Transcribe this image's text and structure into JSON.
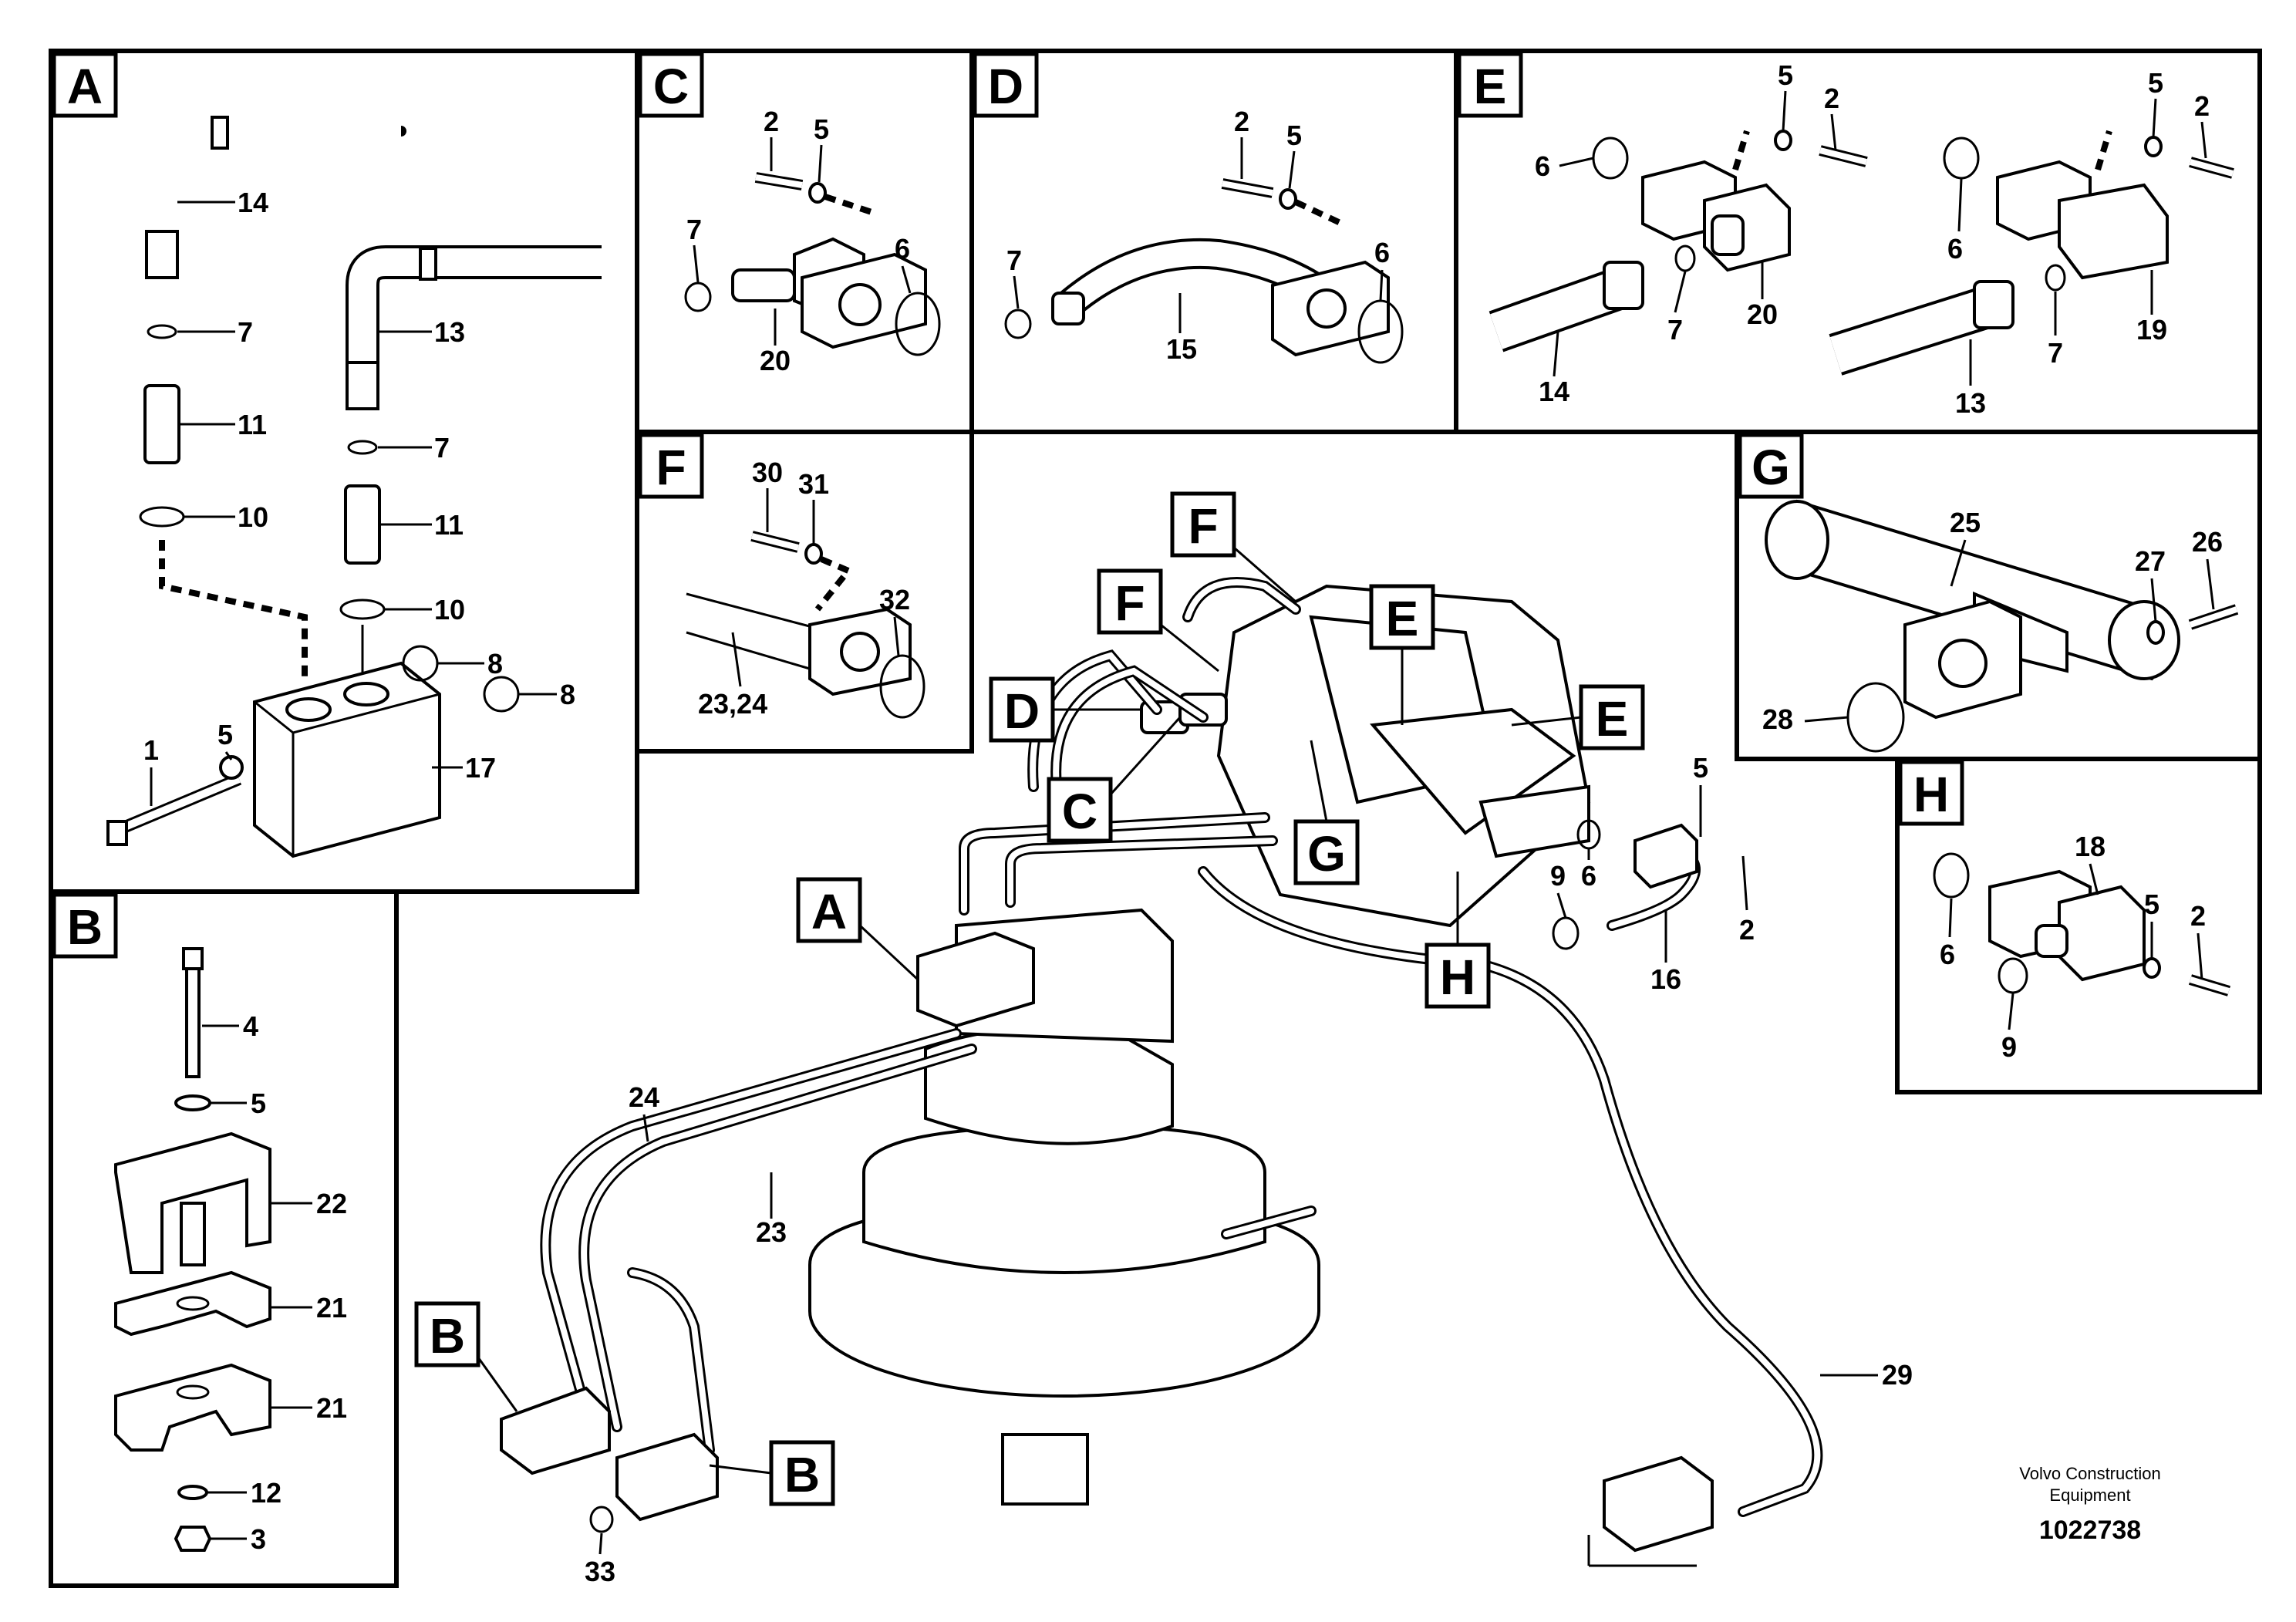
{
  "panels": [
    {
      "id": "A",
      "letter": "A"
    },
    {
      "id": "B",
      "letter": "B"
    },
    {
      "id": "C",
      "letter": "C"
    },
    {
      "id": "D",
      "letter": "D"
    },
    {
      "id": "E",
      "letter": "E"
    },
    {
      "id": "F",
      "letter": "F"
    },
    {
      "id": "G",
      "letter": "G"
    },
    {
      "id": "H",
      "letter": "H"
    }
  ],
  "callouts": {
    "main_A": "A",
    "main_B1": "B",
    "main_B2": "B",
    "main_C": "C",
    "main_D": "D",
    "main_E1": "E",
    "main_E2": "E",
    "main_F1": "F",
    "main_F2": "F",
    "main_G": "G",
    "main_H": "H"
  },
  "labels": {
    "a_14": "14",
    "a_7": "7",
    "a_11": "11",
    "a_10": "10",
    "a_13": "13",
    "a_7b": "7",
    "a_11b": "11",
    "a_10b": "10",
    "a_8": "8",
    "a_8b": "8",
    "a_5": "5",
    "a_1": "1",
    "a_17": "17",
    "b_4": "4",
    "b_5": "5",
    "b_22": "22",
    "b_21": "21",
    "b_21b": "21",
    "b_12": "12",
    "b_3": "3",
    "c_2": "2",
    "c_5": "5",
    "c_7": "7",
    "c_6": "6",
    "c_20": "20",
    "d_2": "2",
    "d_5": "5",
    "d_7": "7",
    "d_6": "6",
    "d_15": "15",
    "e_6": "6",
    "e_5": "5",
    "e_2": "2",
    "e_7": "7",
    "e_20": "20",
    "e_14": "14",
    "e_6b": "6",
    "e_5b": "5",
    "e_2b": "2",
    "e_7b": "7",
    "e_19": "19",
    "e_13": "13",
    "f_30": "30",
    "f_31": "31",
    "f_32": "32",
    "f_2324": "23,24",
    "g_25": "25",
    "g_27": "27",
    "g_26": "26",
    "g_28": "28",
    "h_18": "18",
    "h_6": "6",
    "h_5": "5",
    "h_2": "2",
    "h_9": "9",
    "m_24": "24",
    "m_23": "23",
    "m_29": "29",
    "m_33": "33",
    "m_9": "9",
    "m_6": "6",
    "m_5": "5",
    "m_2": "2",
    "m_16": "16"
  },
  "footer": {
    "brand_line1": "Volvo Construction",
    "brand_line2": "Equipment",
    "drawing_number": "1022738"
  }
}
